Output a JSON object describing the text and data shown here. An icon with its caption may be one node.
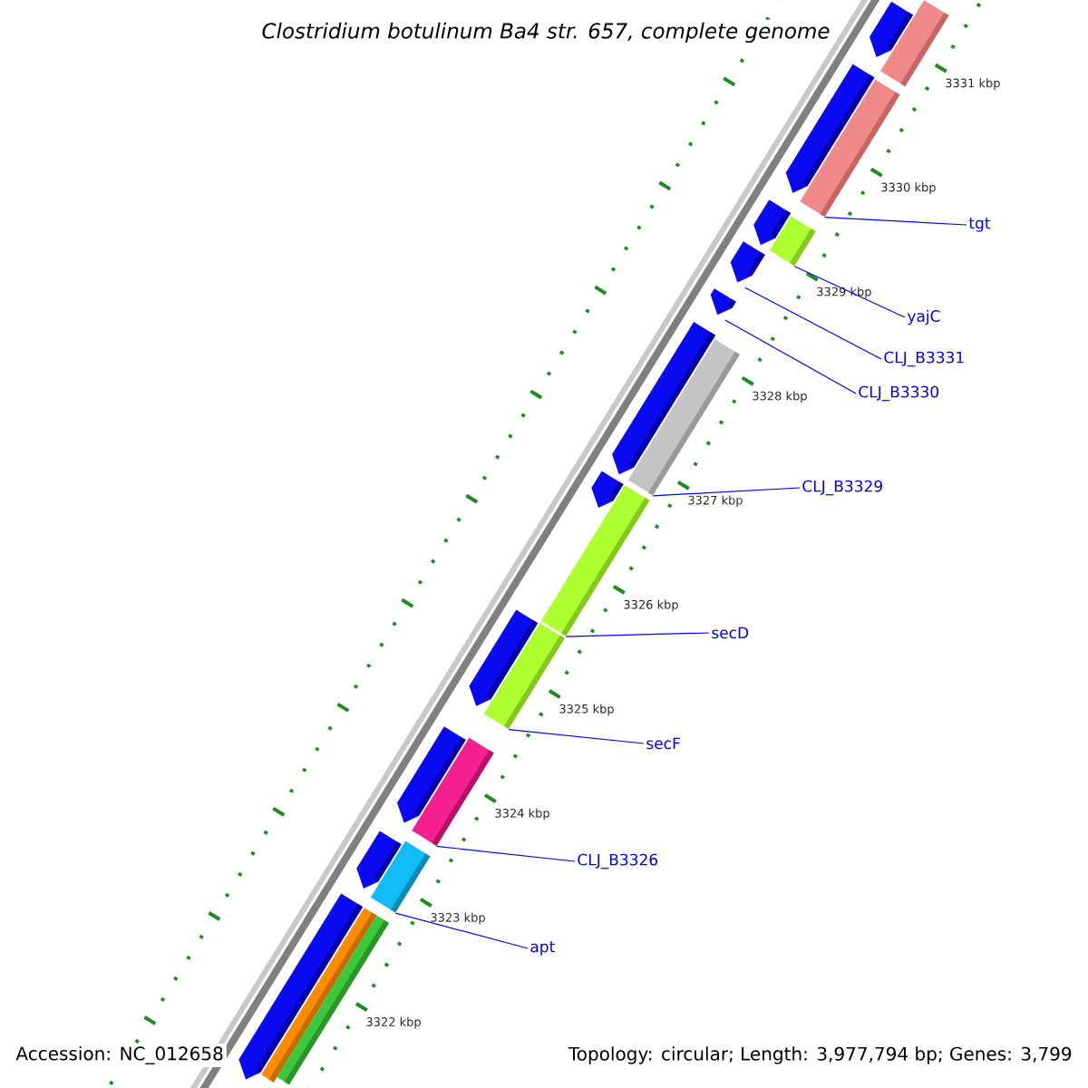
{
  "diagram": {
    "title": "Clostridium botulinum Ba4 str. 657, complete genome",
    "nodes": [
      {
        "text": [
          "tgt"
        ]
      },
      {
        "text": [
          "yajC"
        ]
      },
      {
        "text": [
          "CLJ_B3331"
        ]
      },
      {
        "text": [
          "CLJ_B3330"
        ]
      },
      {
        "text": [
          "CLJ_B3329"
        ]
      },
      {
        "text": [
          "secD"
        ]
      },
      {
        "text": [
          "secF"
        ]
      },
      {
        "text": [
          "CLJ_B3326"
        ]
      },
      {
        "text": [
          "apt"
        ]
      },
      {
        "text": [],
        "shape": "pentagon"
      },
      {
        "text": [],
        "shape": "bar"
      },
      {
        "text": [],
        "shape": "pentagon"
      },
      {
        "text": [],
        "shape": "bar"
      },
      {
        "text": [],
        "shape": "pentagon"
      },
      {
        "text": [],
        "shape": "bar"
      },
      {
        "text": [],
        "shape": "pentagon"
      },
      {
        "text": [],
        "shape": "pentagon"
      },
      {
        "text": [],
        "shape": "pentagon"
      },
      {
        "text": [],
        "shape": "bar"
      },
      {
        "text": [],
        "shape": "pentagon"
      },
      {
        "text": [],
        "shape": "bar"
      },
      {
        "text": [],
        "shape": "pentagon"
      },
      {
        "text": [],
        "shape": "bar"
      },
      {
        "text": [],
        "shape": "pentagon"
      },
      {
        "text": [],
        "shape": "bar"
      },
      {
        "text": [],
        "shape": "pentagon"
      },
      {
        "text": [],
        "shape": "bar"
      },
      {
        "text": [],
        "shape": "pentagon"
      },
      {
        "text": [],
        "shape": "bar"
      },
      {
        "text": [],
        "shape": "bar"
      }
    ],
    "edges": [
      {
        "from": 0,
        "to": 12,
        "arrow": "none"
      },
      {
        "from": 1,
        "to": 14,
        "arrow": "none"
      },
      {
        "from": 2,
        "to": 15,
        "arrow": "none"
      },
      {
        "from": 3,
        "to": 16,
        "arrow": "none"
      },
      {
        "from": 4,
        "to": 18,
        "arrow": "none"
      },
      {
        "from": 5,
        "to": 20,
        "arrow": "none"
      },
      {
        "from": 6,
        "to": 22,
        "arrow": "none"
      },
      {
        "from": 7,
        "to": 24,
        "arrow": "none"
      },
      {
        "from": 8,
        "to": 26,
        "arrow": "none"
      }
    ],
    "labels": [
      "3331 kbp",
      "3330 kbp",
      "3329 kbp",
      "3328 kbp",
      "3327 kbp",
      "3326 kbp",
      "3325 kbp",
      "3324 kbp",
      "3323 kbp",
      "3322 kbp",
      "Accession: NC_012658",
      "Topology: circular; Length: 3,977,794 bp; Genes: 3,799"
    ]
  }
}
